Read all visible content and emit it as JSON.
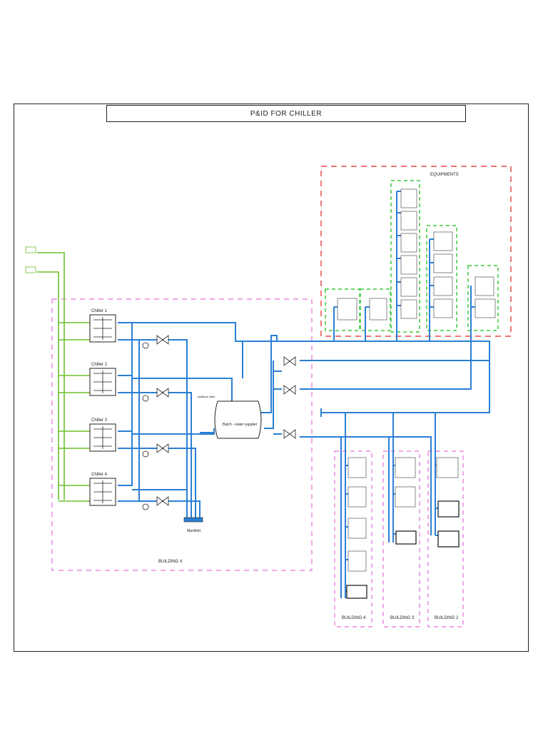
{
  "title": "P&ID FOR CHILLER",
  "colors": {
    "water_pipe": "#2a7fd4",
    "feed_pipe": "#6bbf2a",
    "building_boundary": "#e04fd0",
    "equipment_boundary": "#e02020",
    "equipment_group": "#38c83a",
    "line": "#222222"
  },
  "chillers": [
    "Chiller 1",
    "Chiller 2",
    "Chiller 3",
    "Chiller 4"
  ],
  "labels": {
    "manifold": "Manifold",
    "batch_tank": "Batch - water supplier",
    "additional_water": "additional water",
    "equipments": "EQUIPMENTS",
    "building_main": "BUILDING 4"
  },
  "buildings": [
    "BUILDING 4",
    "BUILDING 3",
    "BUILDING 2"
  ]
}
